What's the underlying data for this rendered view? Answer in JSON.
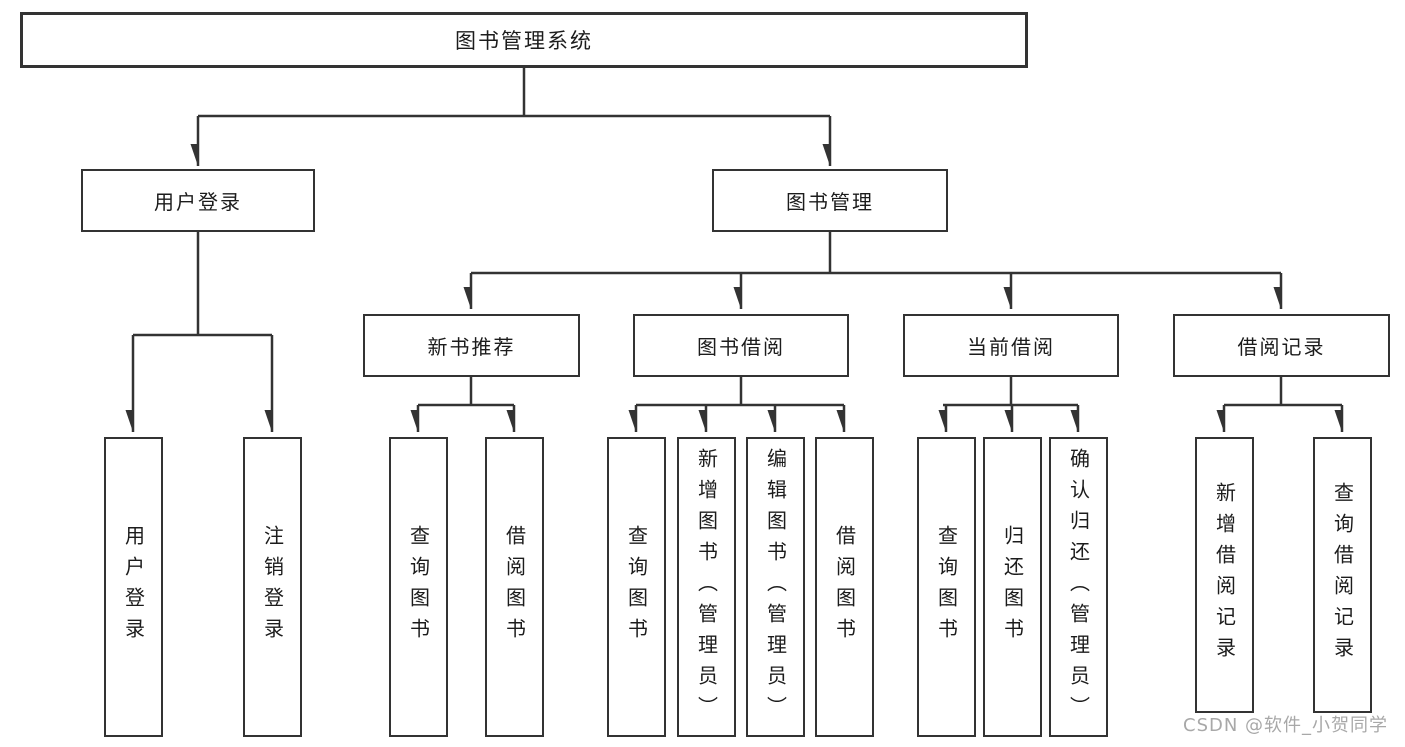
{
  "tree": {
    "root": {
      "label": "图书管理系统"
    },
    "branches": [
      {
        "label": "用户登录",
        "leaves": [
          "用户登录",
          "注销登录"
        ]
      },
      {
        "label": "图书管理",
        "groups": [
          {
            "label": "新书推荐",
            "leaves": [
              "查询图书",
              "借阅图书"
            ]
          },
          {
            "label": "图书借阅",
            "leaves": [
              "查询图书",
              "新增图书（管理员）",
              "编辑图书（管理员）",
              "借阅图书"
            ]
          },
          {
            "label": "当前借阅",
            "leaves": [
              "查询图书",
              "归还图书",
              "确认归还（管理员）"
            ]
          },
          {
            "label": "借阅记录",
            "leaves": [
              "新增借阅记录",
              "查询借阅记录"
            ]
          }
        ]
      }
    ]
  },
  "watermark": {
    "text": "CSDN @软件_小贺同学"
  },
  "colors": {
    "line": "#333333",
    "box_border": "#333333",
    "text": "#1c1c1c",
    "watermark": "#a8a8a8",
    "background": "#ffffff"
  }
}
